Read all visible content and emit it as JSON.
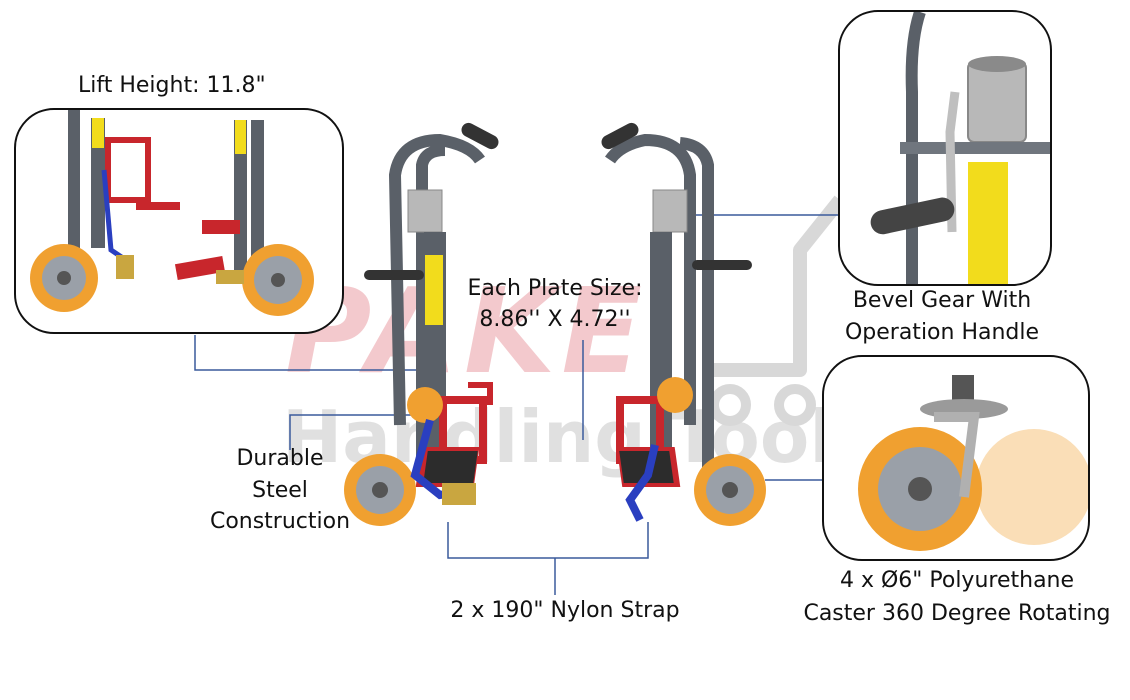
{
  "watermark": {
    "brand": "PAKE",
    "subtitle": "Handling Tools"
  },
  "callouts": {
    "lift_height": "Lift Height: 11.8\"",
    "plate_size_line1": "Each Plate Size:",
    "plate_size_line2": "8.86'' X 4.72''",
    "bevel_gear_line1": "Bevel Gear With",
    "bevel_gear_line2": "Operation Handle",
    "durable_line1": "Durable",
    "durable_line2": "Steel",
    "durable_line3": "Construction",
    "caster_line1": "4 x Ø6\" Polyurethane",
    "caster_line2": "Caster 360 Degree Rotating",
    "strap": "2 x 190\" Nylon Strap"
  },
  "colors": {
    "frame": "#5a6068",
    "caster_orange": "#f0a030",
    "plate_red": "#c8262c",
    "strap_blue": "#2a3fc0",
    "warning_yellow": "#f2dc1c",
    "leader_line": "#3a5a9c",
    "watermark_red": "#e8a0a8",
    "watermark_gray": "#c8c8c8"
  }
}
